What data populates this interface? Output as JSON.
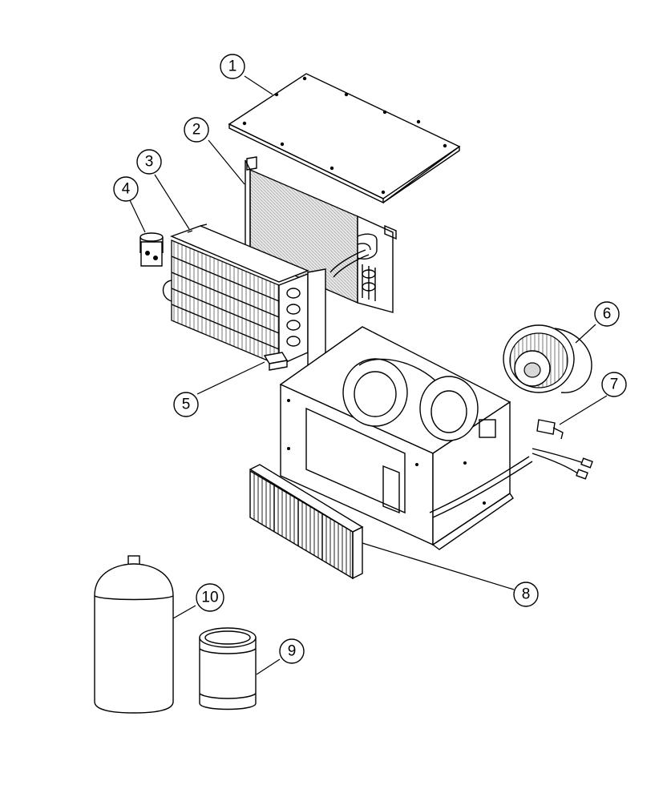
{
  "callouts": [
    {
      "id": "1",
      "label": "1"
    },
    {
      "id": "2",
      "label": "2"
    },
    {
      "id": "3",
      "label": "3"
    },
    {
      "id": "4",
      "label": "4"
    },
    {
      "id": "5",
      "label": "5"
    },
    {
      "id": "6",
      "label": "6"
    },
    {
      "id": "7",
      "label": "7"
    },
    {
      "id": "8",
      "label": "8"
    },
    {
      "id": "9",
      "label": "9"
    },
    {
      "id": "10",
      "label": "10"
    }
  ],
  "colors": {
    "line": "#000000",
    "background": "#ffffff",
    "shade": "#d8d8d8"
  }
}
